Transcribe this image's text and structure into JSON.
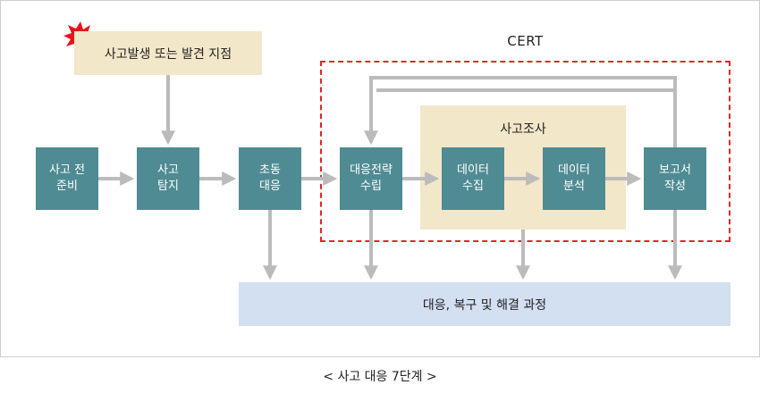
{
  "diagram": {
    "discovery_label": "사고발생 또는 발견 지점",
    "cert_label": "CERT",
    "analysis_label": "사고조사",
    "recovery_label": "대응, 복구 및 해결 과정",
    "caption": "< 사고 대응 7단계 >",
    "steps": [
      "사고 전\n준비",
      "사고\n탐지",
      "초동\n대응",
      "대응전략\n수립",
      "데이터\n수집",
      "데이터\n분석",
      "보고서\n작성"
    ],
    "colors": {
      "step_box": "#4f8b92",
      "discovery_box": "#f3e7c9",
      "analysis_box": "#f3e7c9",
      "recovery_box": "#d3e0f1",
      "cert_border": "#e0262b",
      "arrow": "#bbbbbb",
      "burst_icon": "#e8141b"
    }
  }
}
